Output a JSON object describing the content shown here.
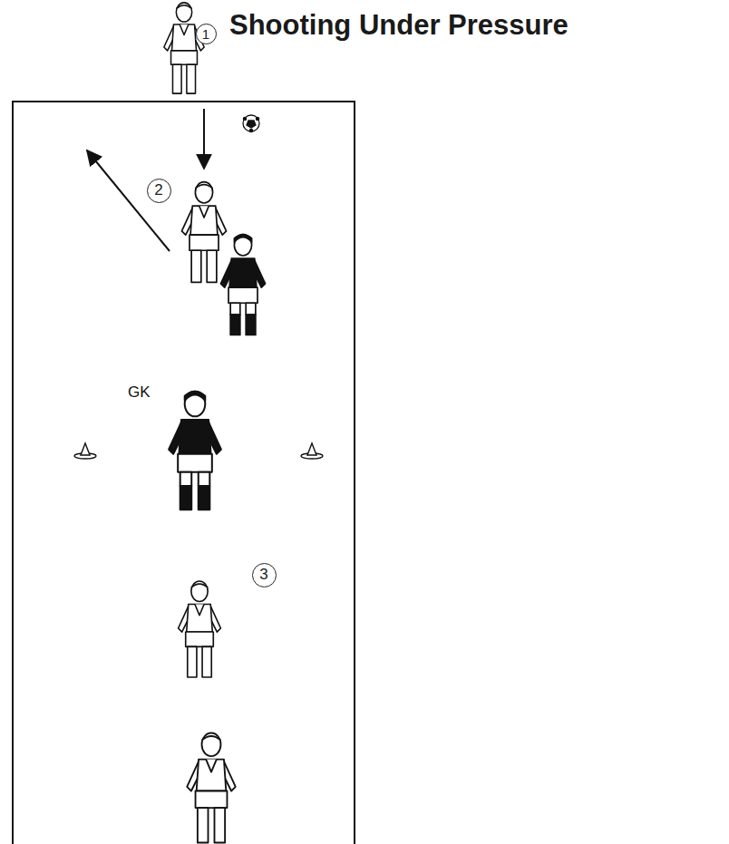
{
  "diagram": {
    "title": "Shooting Under Pressure",
    "labels": [
      "1",
      "2",
      "3",
      "GK"
    ]
  }
}
